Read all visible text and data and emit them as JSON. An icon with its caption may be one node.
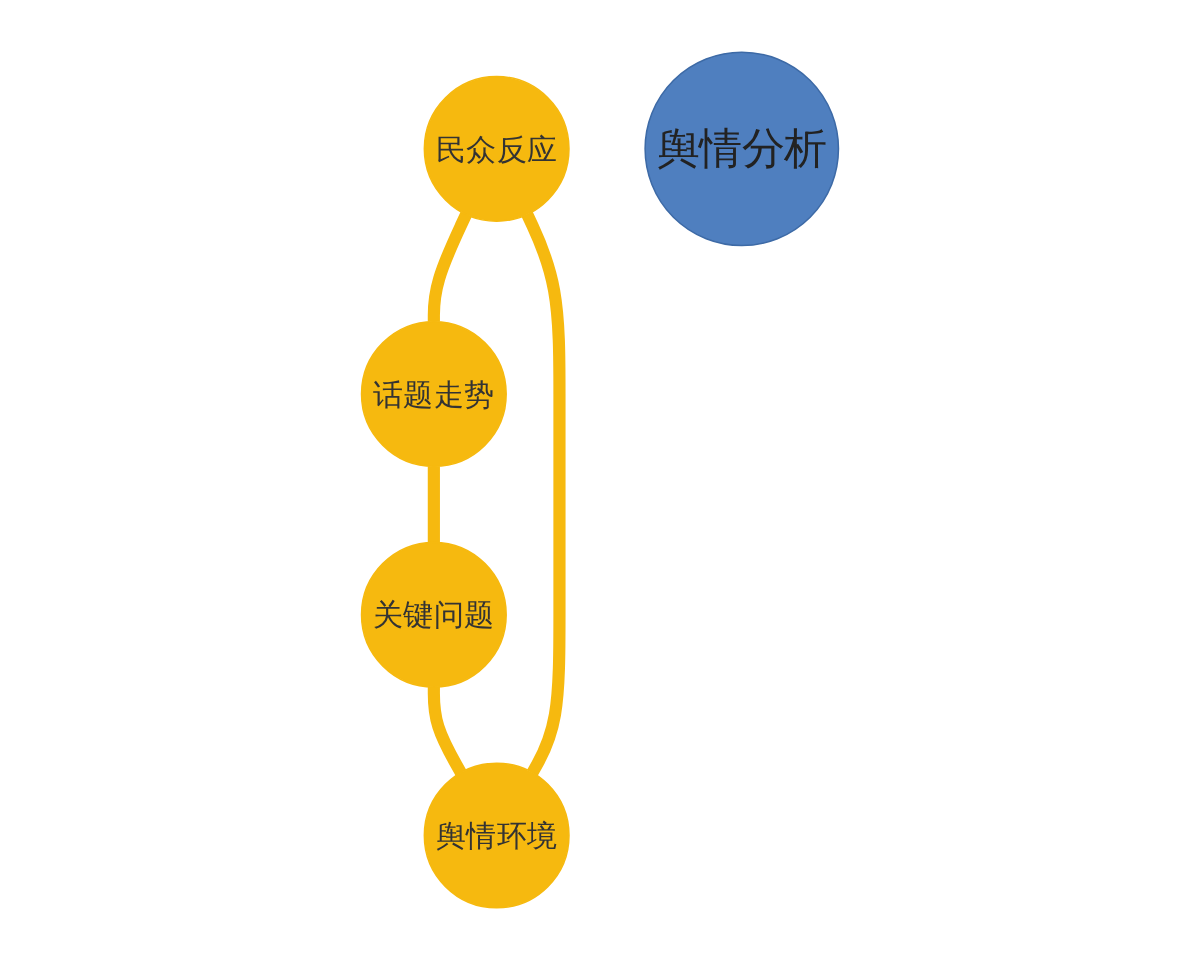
{
  "diagram": {
    "nodes": [
      {
        "text": [
          "民众反应"
        ]
      },
      {
        "text": [
          "舆情环境"
        ]
      },
      {
        "text": [
          "舆情分析"
        ]
      },
      {
        "text": [
          "话题走势"
        ]
      },
      {
        "text": [
          "关键问题"
        ]
      }
    ],
    "edges": [
      {
        "from": 0,
        "to": 3,
        "arrow": "none"
      },
      {
        "from": 3,
        "to": 4,
        "arrow": "none"
      },
      {
        "from": 4,
        "to": 1,
        "arrow": "none"
      },
      {
        "from": 1,
        "to": 0,
        "arrow": "none"
      }
    ]
  }
}
